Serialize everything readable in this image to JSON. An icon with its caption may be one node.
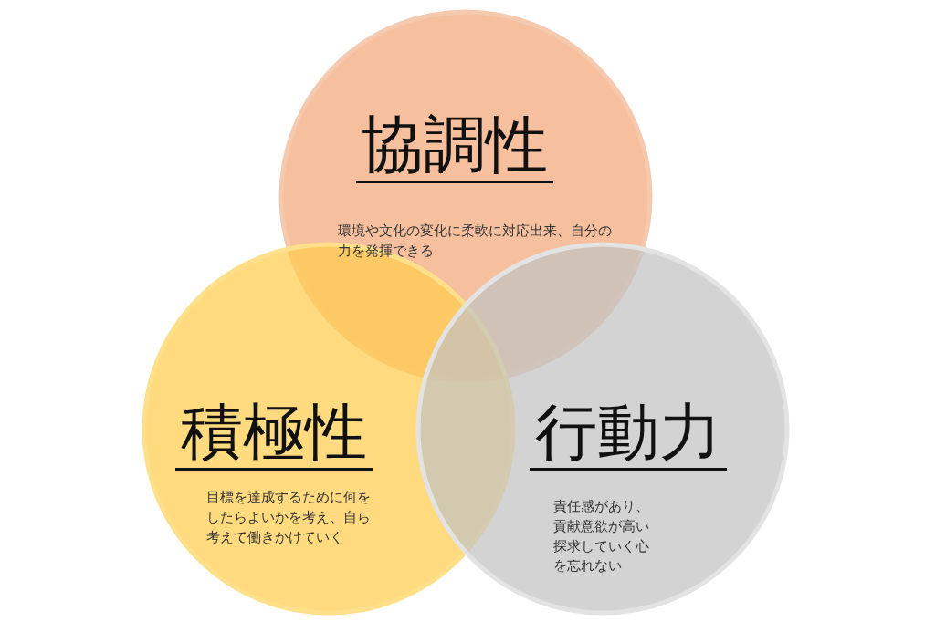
{
  "diagram": {
    "nodes": [
      {
        "text": [
          "協調性",
          "環境や文化の変化に柔軟に対応出来、自分の力を発揮できる"
        ]
      },
      {
        "text": [
          "積極性",
          "目標を達成するために何をしたらよいかを考え、自ら考えて働きかけていく"
        ]
      },
      {
        "text": [
          "行動力",
          "責任感があり、貢献意欲が高い探求していく心を忘れない"
        ]
      }
    ],
    "edges": []
  }
}
